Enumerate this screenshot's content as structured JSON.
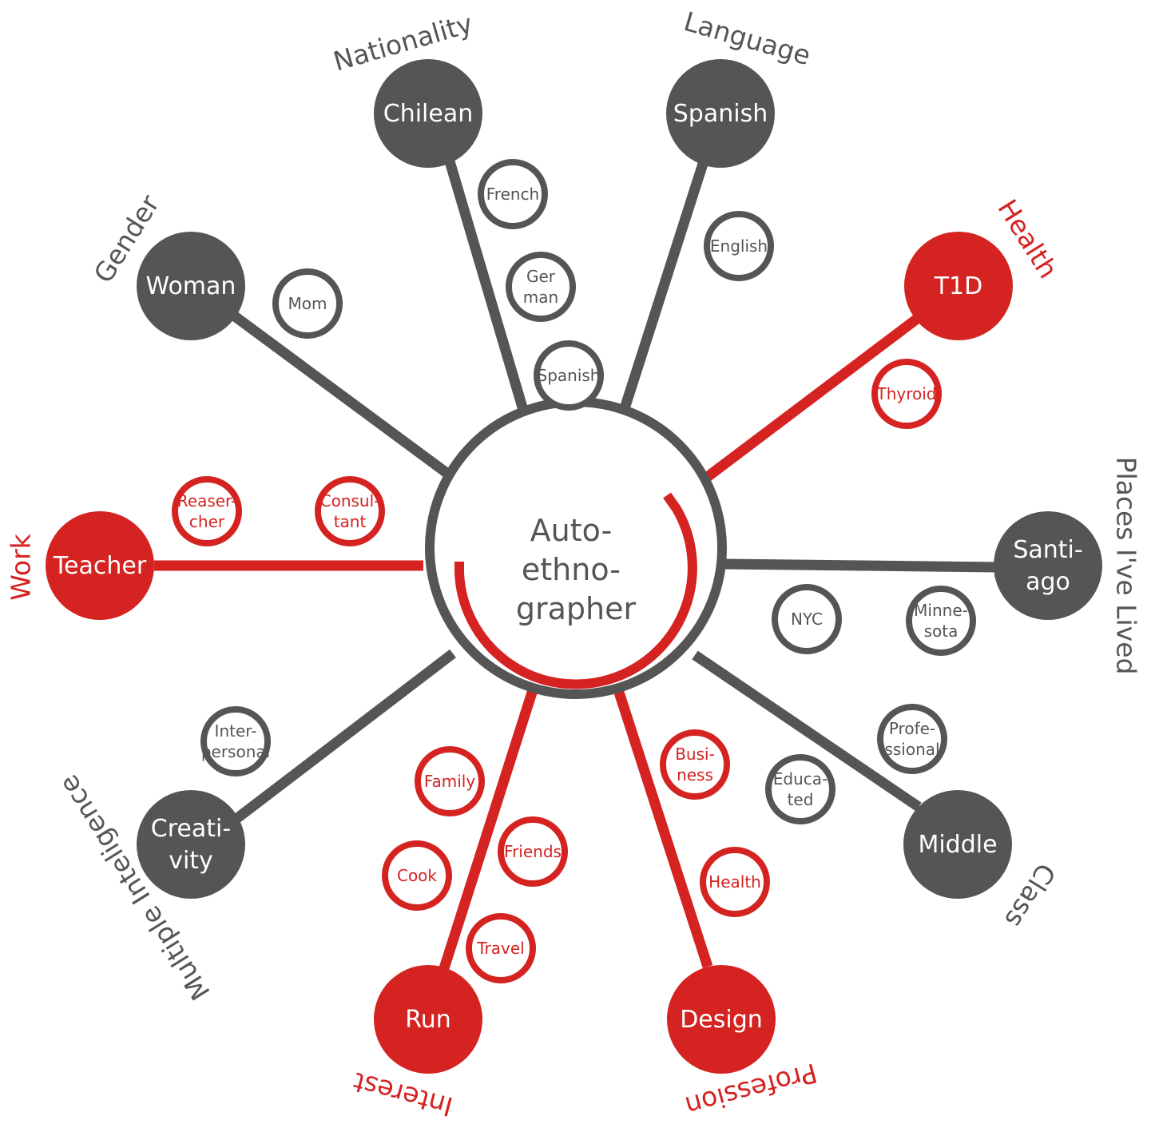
{
  "colors": {
    "gray": "#555555",
    "red": "#d42321",
    "center_text": "#555555",
    "background": "#ffffff"
  },
  "center": {
    "lines": [
      "Auto-",
      "ethno-",
      "grapher"
    ]
  },
  "categories": [
    {
      "key": "gender",
      "label": "Gender",
      "color": "gray"
    },
    {
      "key": "nationality",
      "label": "Nationality",
      "color": "gray"
    },
    {
      "key": "language",
      "label": "Language",
      "color": "gray"
    },
    {
      "key": "health",
      "label": "Health",
      "color": "red"
    },
    {
      "key": "places",
      "label": "Places I've Lived",
      "color": "gray"
    },
    {
      "key": "class",
      "label": "Class",
      "color": "gray"
    },
    {
      "key": "profession",
      "label": "Profession",
      "color": "red"
    },
    {
      "key": "interest",
      "label": "Interest",
      "color": "red"
    },
    {
      "key": "multiple",
      "label": "Multiple Inteligence",
      "color": "gray"
    },
    {
      "key": "work",
      "label": "Work",
      "color": "red"
    }
  ],
  "big_nodes": [
    {
      "key": "woman",
      "lines": [
        "Woman"
      ],
      "color": "gray"
    },
    {
      "key": "chilean",
      "lines": [
        "Chilean"
      ],
      "color": "gray"
    },
    {
      "key": "spanish-lang",
      "lines": [
        "Spanish"
      ],
      "color": "gray"
    },
    {
      "key": "t1d",
      "lines": [
        "T1D"
      ],
      "color": "red"
    },
    {
      "key": "santiago",
      "lines": [
        "Santi-",
        "ago"
      ],
      "color": "gray"
    },
    {
      "key": "middle",
      "lines": [
        "Middle"
      ],
      "color": "gray"
    },
    {
      "key": "design",
      "lines": [
        "Design"
      ],
      "color": "red"
    },
    {
      "key": "run",
      "lines": [
        "Run"
      ],
      "color": "red"
    },
    {
      "key": "creativity",
      "lines": [
        "Creati-",
        "vity"
      ],
      "color": "gray"
    },
    {
      "key": "teacher",
      "lines": [
        "Teacher"
      ],
      "color": "red"
    }
  ],
  "small_nodes": [
    {
      "key": "mom",
      "lines": [
        "Mom"
      ],
      "color": "gray"
    },
    {
      "key": "french",
      "lines": [
        "French"
      ],
      "color": "gray"
    },
    {
      "key": "german",
      "lines": [
        "Ger",
        "man"
      ],
      "color": "gray"
    },
    {
      "key": "spanish-nat",
      "lines": [
        "Spanish"
      ],
      "color": "gray"
    },
    {
      "key": "english",
      "lines": [
        "English"
      ],
      "color": "gray"
    },
    {
      "key": "thyroid",
      "lines": [
        "Thyroid"
      ],
      "color": "red"
    },
    {
      "key": "nyc",
      "lines": [
        "NYC"
      ],
      "color": "gray"
    },
    {
      "key": "minnesota",
      "lines": [
        "Minne-",
        "sota"
      ],
      "color": "gray"
    },
    {
      "key": "professional",
      "lines": [
        "Profe-",
        "ssional"
      ],
      "color": "gray"
    },
    {
      "key": "educated",
      "lines": [
        "Educa-",
        "ted"
      ],
      "color": "gray"
    },
    {
      "key": "business",
      "lines": [
        "Busi-",
        "ness"
      ],
      "color": "red"
    },
    {
      "key": "health-sub",
      "lines": [
        "Health"
      ],
      "color": "red"
    },
    {
      "key": "family",
      "lines": [
        "Family"
      ],
      "color": "red"
    },
    {
      "key": "friends",
      "lines": [
        "Friends"
      ],
      "color": "red"
    },
    {
      "key": "cook",
      "lines": [
        "Cook"
      ],
      "color": "red"
    },
    {
      "key": "travel",
      "lines": [
        "Travel"
      ],
      "color": "red"
    },
    {
      "key": "interpersonal",
      "lines": [
        "Inter-",
        "personal"
      ],
      "color": "gray"
    },
    {
      "key": "reasercher",
      "lines": [
        "Reaser-",
        "cher"
      ],
      "color": "red"
    },
    {
      "key": "consultant",
      "lines": [
        "Consul-",
        "tant"
      ],
      "color": "red"
    }
  ]
}
